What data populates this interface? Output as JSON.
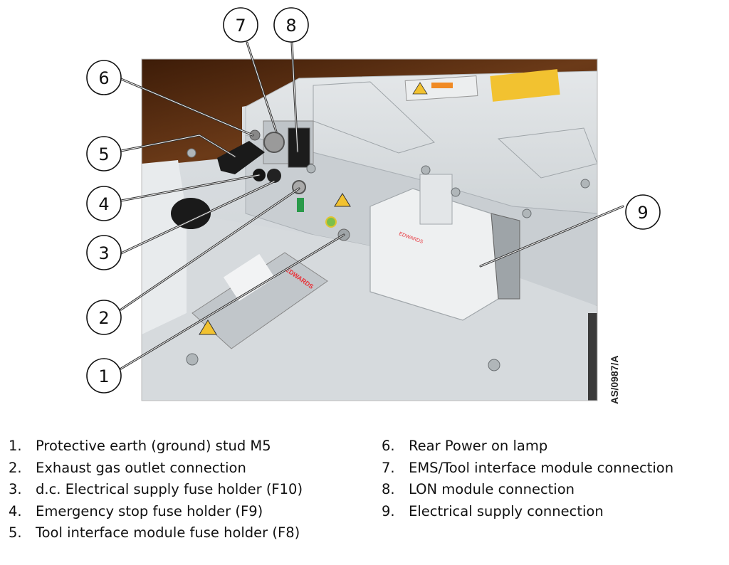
{
  "figure": {
    "id_label": "AS/0987/A",
    "callouts": [
      "1",
      "2",
      "3",
      "4",
      "5",
      "6",
      "7",
      "8",
      "9"
    ]
  },
  "legend": {
    "left": [
      {
        "num": "1.",
        "text": "Protective earth (ground) stud M5"
      },
      {
        "num": "2.",
        "text": "Exhaust gas outlet connection"
      },
      {
        "num": "3.",
        "text": "d.c. Electrical supply fuse holder (F10)"
      },
      {
        "num": "4.",
        "text": "Emergency stop fuse holder (F9)"
      },
      {
        "num": "5.",
        "text": "Tool interface module fuse holder (F8)"
      }
    ],
    "right": [
      {
        "num": "6.",
        "text": "Rear Power on lamp"
      },
      {
        "num": "7.",
        "text": "EMS/Tool interface module connection"
      },
      {
        "num": "8.",
        "text": "LON module connection"
      },
      {
        "num": "9.",
        "text": "Electrical supply connection"
      }
    ]
  },
  "colors": {
    "wood": "#5a2e12",
    "panel": "#d9dde0",
    "label_red": "#e8333a",
    "warning_yellow": "#f2c230"
  }
}
